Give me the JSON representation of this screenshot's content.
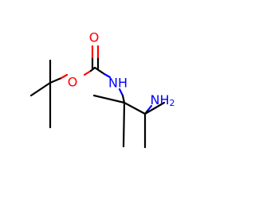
{
  "molecule": {
    "atoms": {
      "carbonyl_oxygen": {
        "text": "O",
        "color": "#ff0000"
      },
      "ester_oxygen": {
        "text": "O",
        "color": "#ff0000"
      },
      "carbamate_nitrogen": {
        "text": "NH",
        "color": "#0000ff"
      },
      "amine_nitrogen": {
        "text": "NH",
        "subscript": "2",
        "color": "#0000ff"
      }
    },
    "colors": {
      "bond": "#000000",
      "oxygen": "#ff0000",
      "nitrogen": "#0000ff",
      "background": "#ffffff"
    }
  }
}
